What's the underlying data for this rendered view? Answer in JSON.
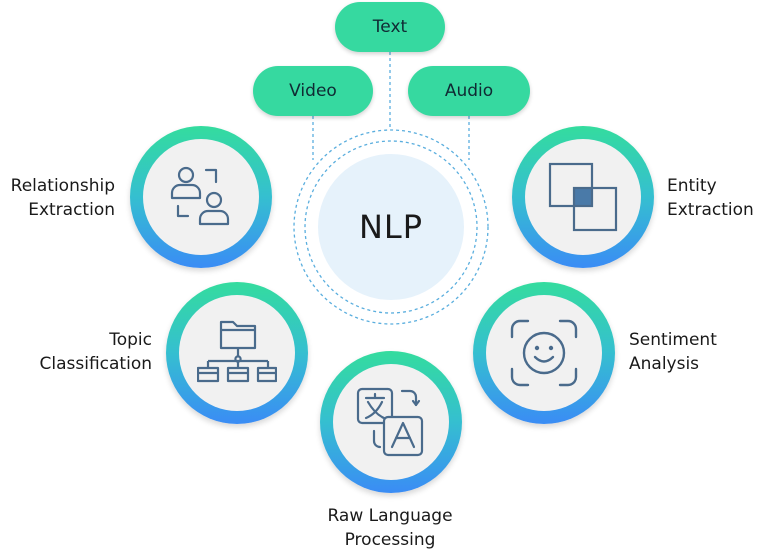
{
  "center": {
    "label": "NLP"
  },
  "sources": {
    "text": "Text",
    "video": "Video",
    "audio": "Audio"
  },
  "nodes": {
    "relationship": {
      "line1": "Relationship",
      "line2": "Extraction",
      "icon": "people-relationship-icon"
    },
    "entity": {
      "line1": "Entity",
      "line2": "Extraction",
      "icon": "overlapping-squares-icon"
    },
    "topic": {
      "line1": "Topic",
      "line2": "Classification",
      "icon": "folder-hierarchy-icon"
    },
    "sentiment": {
      "line1": "Sentiment",
      "line2": "Analysis",
      "icon": "smiley-face-scan-icon"
    },
    "raw": {
      "line1": "Raw Language",
      "line2": "Processing",
      "icon": "translate-icon"
    }
  },
  "colors": {
    "pill": "#36d9a0",
    "gradient_top": "#34dc9e",
    "gradient_bottom": "#3a8cf5",
    "icon_stroke": "#4a6b8c",
    "icon_fill": "#4a7aa8",
    "connector": "#5aaede",
    "center_disc": "#e6f2fb"
  }
}
